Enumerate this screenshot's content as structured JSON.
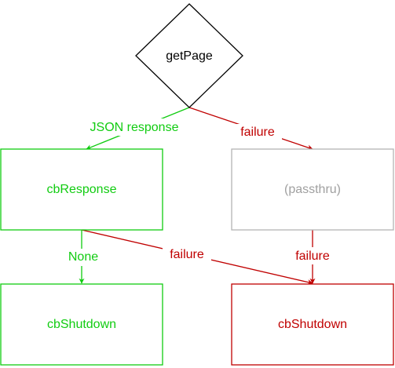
{
  "colors": {
    "green": "#11cc11",
    "red": "#c00000",
    "gray": "#b3b3b3",
    "gray_text": "#a0a0a0",
    "black": "#000000"
  },
  "nodes": {
    "get_page": {
      "label": "getPage"
    },
    "cb_response": {
      "label": "cbResponse"
    },
    "passthru": {
      "label": "(passthru)"
    },
    "cb_shutdown_left": {
      "label": "cbShutdown"
    },
    "cb_shutdown_right": {
      "label": "cbShutdown"
    }
  },
  "edges": {
    "json_response": {
      "label": "JSON response"
    },
    "failure_top": {
      "label": "failure"
    },
    "none": {
      "label": "None"
    },
    "failure_cross": {
      "label": "failure"
    },
    "failure_right": {
      "label": "failure"
    }
  }
}
